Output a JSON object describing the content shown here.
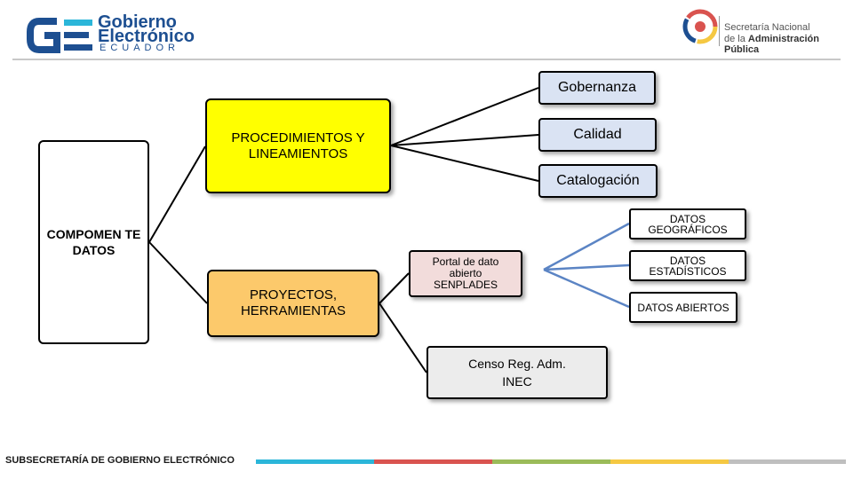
{
  "header": {
    "left_logo": {
      "line1": "Gobierno",
      "line2": "Electrónico",
      "line3": "ECUADOR",
      "icon": "ge-logo-icon"
    },
    "right_logo": {
      "line1": "Secretaría Nacional",
      "line2_prefix": "de la",
      "line2_bold": "Administración Pública",
      "icon": "senplades-circle-logo-icon"
    }
  },
  "diagram": {
    "root": "COMPOMEN TE DATOS",
    "procedimientos": "PROCEDIMIENTOS Y LINEAMIENTOS",
    "gobernanza": "Gobernanza",
    "calidad": "Calidad",
    "catalogacion": "Catalogación",
    "proyectos": "PROYECTOS, HERRAMIENTAS",
    "portal": "Portal de dato abierto SENPLADES",
    "datos_geograficos": "DATOS GEOGRÁFICOS",
    "datos_estadisticos": "DATOS ESTADÍSTICOS",
    "datos_abiertos": "DATOS ABIERTOS",
    "censo_line1": "Censo Reg. Adm.",
    "censo_line2": "INEC"
  },
  "colors": {
    "procedimientos_fill": "#ffff00",
    "proyectos_fill": "#fcc96b",
    "leaf_fill": "#dae3f3",
    "portal_fill": "#f2dcdb",
    "censo_fill": "#ececec",
    "connector_blue": "#5b84c4",
    "brand_blue": "#1d4f91"
  },
  "footer": {
    "text": "SUBSECRETARÍA DE GOBIERNO ELECTRÓNICO",
    "bar_colors": [
      "#2bb6d9",
      "#d9534f",
      "#9bbb59",
      "#f5c842",
      "#bfbfbf"
    ]
  }
}
